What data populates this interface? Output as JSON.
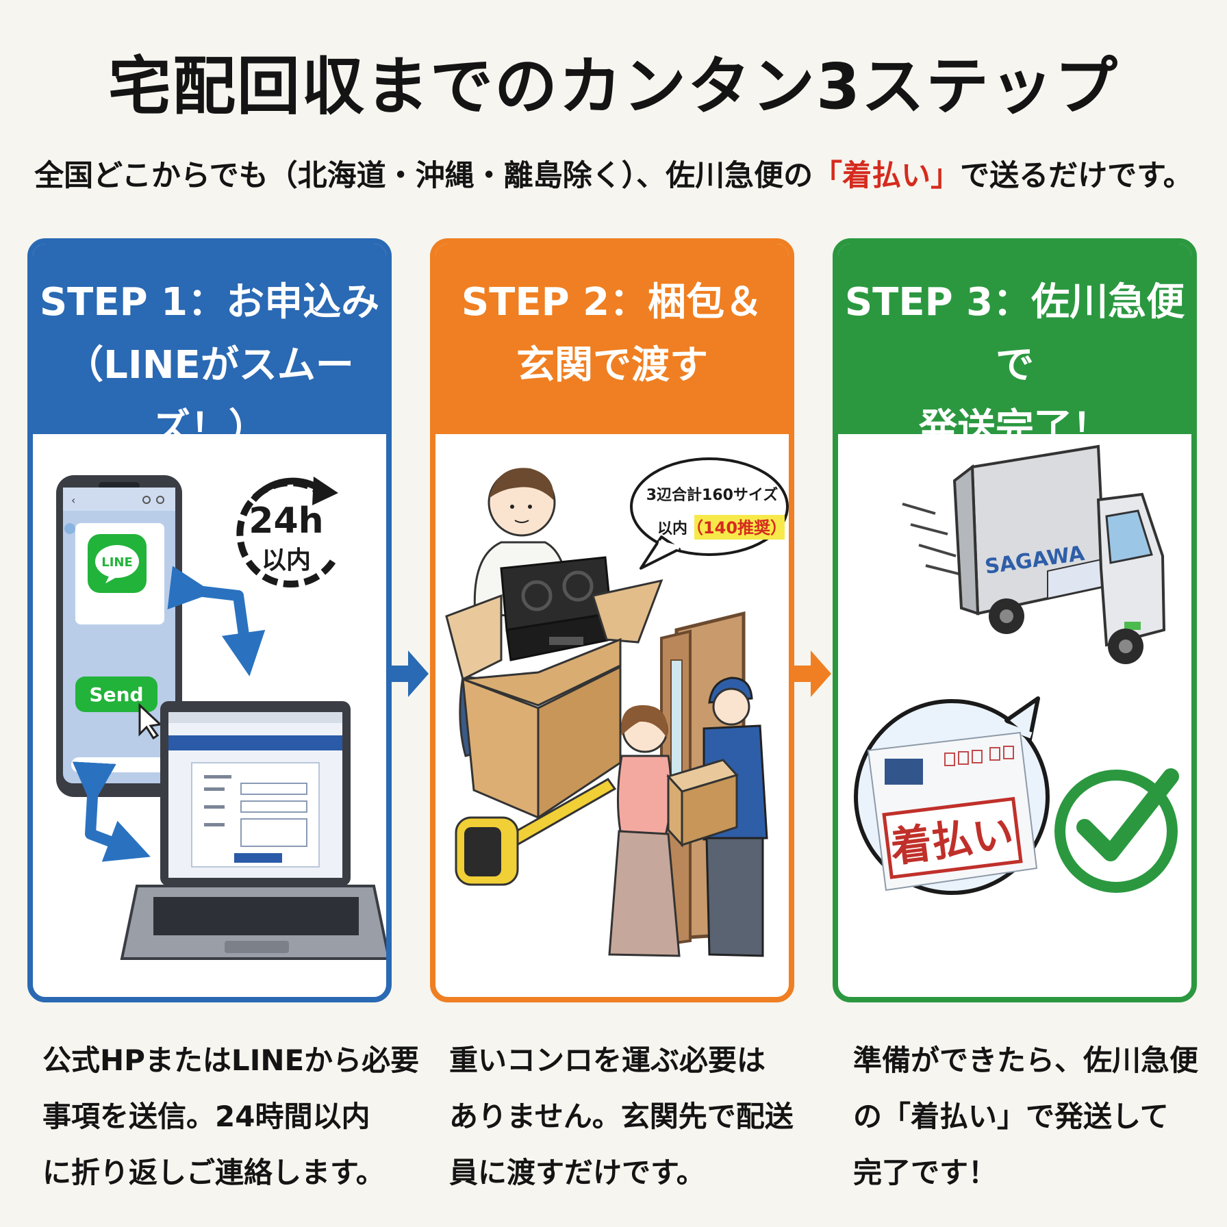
{
  "title": "宅配回収までのカンタン3ステップ",
  "subtitle": {
    "before": "全国どこからでも（北海道・沖縄・離島除く）、佐川急便の",
    "highlight": "「着払い」",
    "after": "で送るだけです。"
  },
  "steps": [
    {
      "heading": [
        "STEP 1：お申込み",
        "（LINEがスムーズ！）"
      ],
      "caption": [
        "公式HPまたはLINEから必要",
        "事項を送信。24時間以内",
        "に折り返しご連絡します。"
      ],
      "illustration": {
        "line_logo": "LINE",
        "send_button": "Send",
        "timer_value": "24h",
        "timer_label": "以内"
      }
    },
    {
      "heading": [
        "STEP 2：梱包＆",
        "玄関で渡す"
      ],
      "caption": [
        "重いコンロを運ぶ必要は",
        "ありません。玄関先で配送",
        "員に渡すだけです。"
      ],
      "illustration": {
        "bubble_line1": "3辺合計160サイズ",
        "bubble_line2a": "以内",
        "bubble_line2b": "（140推奨）"
      }
    },
    {
      "heading": [
        "STEP 3：佐川急便で",
        "発送完了！"
      ],
      "caption": [
        "準備ができたら、佐川急便",
        "の「着払い」で発送して",
        "完了です！"
      ],
      "illustration": {
        "truck_brand": "SAGAWA",
        "label_stamp": "着払い"
      }
    }
  ],
  "colors": {
    "step1": "#2a69b3",
    "step2": "#ef7f22",
    "step3": "#2b9840",
    "accent_red": "#d52b1e",
    "line_green": "#22b33a",
    "highlight_yellow": "#f7e94a"
  }
}
